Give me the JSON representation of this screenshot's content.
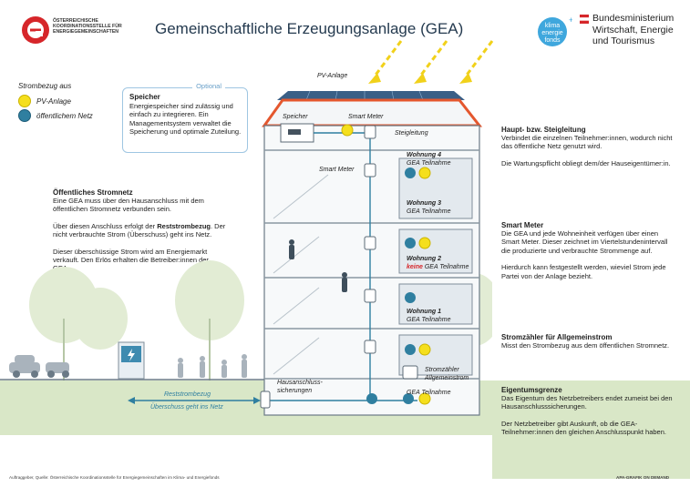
{
  "header": {
    "title": "Gemeinschaftliche Erzeugungsanlage (GEA)",
    "org_left": "ÖSTERREICHISCHE KOORDINATIONSSTELLE FÜR ENERGIEGEMEINSCHAFTEN",
    "org_right_lines": [
      "Bundesministerium",
      "Wirtschaft, Energie",
      "und Tourismus"
    ],
    "klima_logo": "klima energie fonds"
  },
  "legend": {
    "title": "Strombezug aus",
    "items": [
      {
        "label": "PV-Anlage",
        "color": "#f5df1d"
      },
      {
        "label": "öffentlichem Netz",
        "color": "#2f7fa0"
      }
    ]
  },
  "optional_box": {
    "tag": "Optional",
    "heading": "Speicher",
    "text": "Energiespeicher sind zulässig und einfach zu integrieren. Ein Managementsystem verwaltet die Speicherung und optimale Zuteilung."
  },
  "left_text": {
    "heading": "Öffentliches Stromnetz",
    "p1": "Eine GEA muss über den Hausanschluss mit dem öffentlichen Stromnetz verbunden sein.",
    "p2_a": "Über diesen Anschluss erfolgt der ",
    "p2_bold": "Reststrom­bezug",
    "p2_b": ". Der nicht verbrauchte Strom (Über­schuss) geht ins Netz.",
    "p3": "Dieser überschüssige Strom wird am Energie­markt verkauft. Den Erlös erhalten die Be­treiber:innen der GEA."
  },
  "right_text": {
    "s1_heading": "Haupt- bzw. Steigleitung",
    "s1_p1": "Verbindet die einzelnen Teilnehmer:innen, wodurch nicht das öffentliche Netz genutzt wird.",
    "s1_p2": "Die Wartungspflicht obliegt dem/der Hauseigentümer:in.",
    "s2_heading": "Smart Meter",
    "s2_p1": "Die GEA und jede Wohneinheit verfügen über einen Smart Meter. Dieser zeichnet im Viertelstundenintervall die produzierte und verbrauchte Strommenge auf.",
    "s2_p2": "Hierdurch kann festgestellt werden, wieviel Strom jede Partei von der Anlage bezieht.",
    "s3_heading": "Stromzähler für Allgemeinstrom",
    "s3_p1": "Misst den Strombezug aus dem öffentlichen Stromnetz.",
    "s4_heading": "Eigentumsgrenze",
    "s4_p1": "Das Eigentum des Netzbetreibers endet zumeist bei den Hausanschlusssicherungen.",
    "s4_p2": "Der Netzbetreiber gibt Auskunft, ob die GEA-Teilnehmer:innen den gleichen Anschluss­punkt haben."
  },
  "house_labels": {
    "pv": "PV-Anlage",
    "storage": "Speicher",
    "smart_meter_top": "Smart Meter",
    "riser": "Steigleitung",
    "smart_meter_side": "Smart Meter",
    "connection_fuses": "Hausanschluss-\nsicherungen",
    "common_meter": "Stromzähler\nAllgemeinstrom",
    "gea_participation": "GEA Teilnahme"
  },
  "apartments": [
    {
      "name": "Wohnung 4",
      "status": "GEA Teilnahme",
      "participates": true
    },
    {
      "name": "Wohnung 3",
      "status": "GEA Teilnahme",
      "participates": true
    },
    {
      "name": "Wohnung 2",
      "status_neg": "keine",
      "status": " GEA Teilnahme",
      "participates": false
    },
    {
      "name": "Wohnung 1",
      "status": "GEA Teilnahme",
      "participates": true
    }
  ],
  "grid_arrows": {
    "residual": "Reststrombezug",
    "surplus": "Überschuss geht ins Netz"
  },
  "footer": {
    "left": "Auftraggeber, Quelle: Österreichische Koordinationsstelle für Energiegemeinschaften im Klima- und Energiefonds",
    "right": "APA-GRAFIK ON DEMAND"
  },
  "colors": {
    "pv": "#f5df1d",
    "grid": "#2f7fa0",
    "roof": "#e4572e",
    "ground": "#d9e7c7",
    "accent_red": "#d6262a"
  }
}
